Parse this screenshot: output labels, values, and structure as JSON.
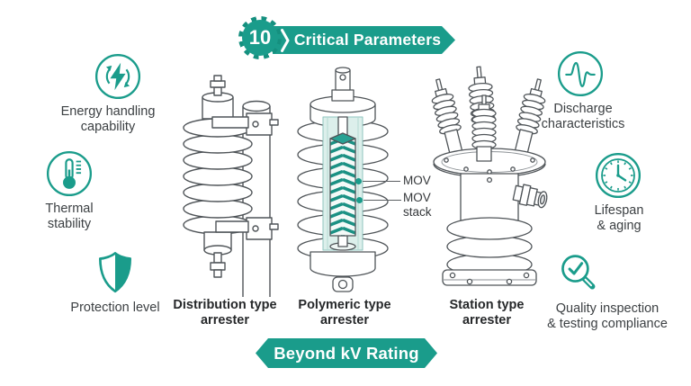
{
  "meta": {
    "badge_number": "10",
    "title": "Critical Parameters",
    "footer": "Beyond kV Rating"
  },
  "colors": {
    "accent_teal": "#1a9c8b",
    "accent_teal_dark": "#15907f",
    "mov_stripe_teal": "#1b9184",
    "cutaway_interior": "#dcefeb",
    "line_art_gray": "#4f5458",
    "label_text": "#3c4043",
    "bold_label_text": "#26282a"
  },
  "parameters_left": [
    {
      "label": "Energy handling\ncapability",
      "icon": "energy-cycle-icon"
    },
    {
      "label": "Thermal\nstability",
      "icon": "thermometer-icon"
    },
    {
      "label": "Protection level",
      "icon": "shield-icon"
    }
  ],
  "parameters_right": [
    {
      "label": "Discharge\ncharacteristics",
      "icon": "waveform-icon"
    },
    {
      "label": "Lifespan\n& aging",
      "icon": "clock-icon"
    },
    {
      "label": "Quality inspection\n& testing compliance",
      "icon": "magnifier-check-icon"
    }
  ],
  "arresters": [
    {
      "label": "Distribution type\narrester"
    },
    {
      "label": "Polymeric type\narrester"
    },
    {
      "label": "Station type\narrester"
    }
  ],
  "callouts": {
    "mov": "MOV",
    "mov_stack": "MOV\nstack"
  }
}
